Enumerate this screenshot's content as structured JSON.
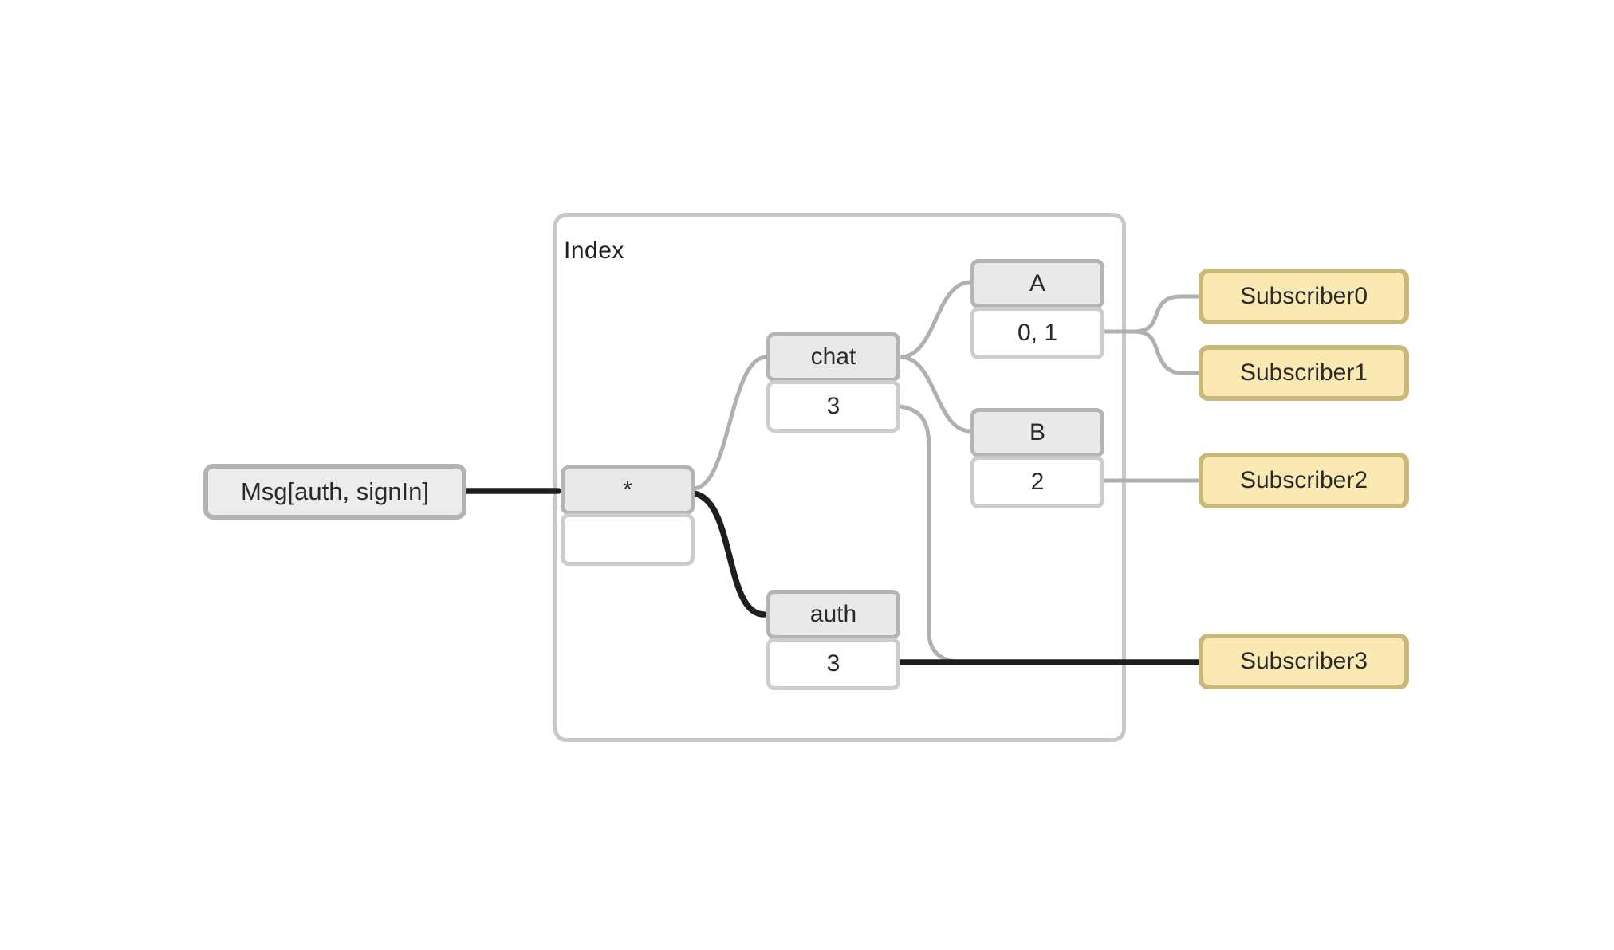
{
  "diagram": {
    "container_title": "Index",
    "message": {
      "label": "Msg[auth, signIn]"
    },
    "nodes": {
      "root": {
        "key": "*",
        "value": ""
      },
      "chat": {
        "key": "chat",
        "value": "3"
      },
      "auth": {
        "key": "auth",
        "value": "3"
      },
      "a": {
        "key": "A",
        "value": "0, 1"
      },
      "b": {
        "key": "B",
        "value": "2"
      }
    },
    "subscribers": [
      {
        "label": "Subscriber0"
      },
      {
        "label": "Subscriber1"
      },
      {
        "label": "Subscriber2"
      },
      {
        "label": "Subscriber3"
      }
    ],
    "edges": [
      {
        "from": "Msg[auth, signIn]",
        "to": "*",
        "emphasized": true
      },
      {
        "from": "*",
        "to": "chat",
        "emphasized": false
      },
      {
        "from": "*",
        "to": "auth",
        "emphasized": true
      },
      {
        "from": "chat",
        "to": "A",
        "emphasized": false
      },
      {
        "from": "chat",
        "to": "B",
        "emphasized": false
      },
      {
        "from": "chat:3",
        "to": "Subscriber3",
        "emphasized": false
      },
      {
        "from": "A:0, 1",
        "to": "Subscriber0",
        "emphasized": false
      },
      {
        "from": "A:0, 1",
        "to": "Subscriber1",
        "emphasized": false
      },
      {
        "from": "B:2",
        "to": "Subscriber2",
        "emphasized": false
      },
      {
        "from": "auth:3",
        "to": "Subscriber3",
        "emphasized": true
      }
    ],
    "colors": {
      "node_header_fill": "#e9e9e9",
      "node_header_border": "#b4b4b4",
      "node_value_fill": "#ffffff",
      "node_value_border": "#cdcdcd",
      "container_border": "#c8c8c8",
      "message_fill": "#ececec",
      "message_border": "#b3b3b3",
      "subscriber_fill": "#fae9b3",
      "subscriber_border": "#c9b87b",
      "edge_gray": "#b0b0b0",
      "edge_black": "#1e1e1e",
      "text": "#2a2a2a"
    }
  }
}
